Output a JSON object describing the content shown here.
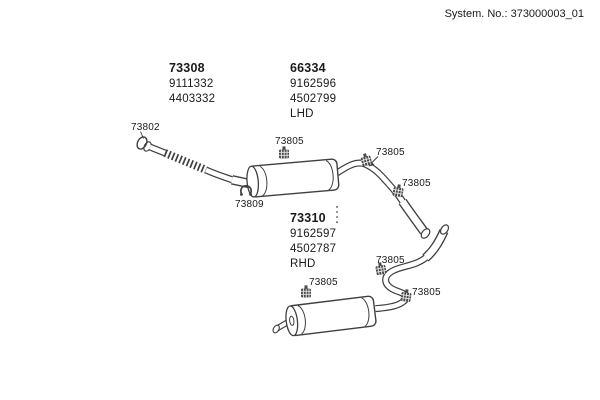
{
  "header": {
    "system_no": "System. No.: 373000003_01"
  },
  "colors": {
    "background": "#ffffff",
    "line": "#3f3f3f",
    "text": "#1a1a1a"
  },
  "part_groups": [
    {
      "id": "73308",
      "numbers": [
        "9111332",
        "4403332"
      ]
    },
    {
      "id": "66334",
      "numbers": [
        "9162596",
        "4502799"
      ],
      "variant": "LHD"
    },
    {
      "id": "73310",
      "numbers": [
        "9162597",
        "4502787"
      ],
      "variant": "RHD"
    }
  ],
  "callouts": [
    {
      "label": "73802"
    },
    {
      "label": "73805"
    },
    {
      "label": "73805"
    },
    {
      "label": "73805"
    },
    {
      "label": "73809"
    },
    {
      "label": "73805"
    },
    {
      "label": "73805"
    },
    {
      "label": "73805"
    }
  ]
}
